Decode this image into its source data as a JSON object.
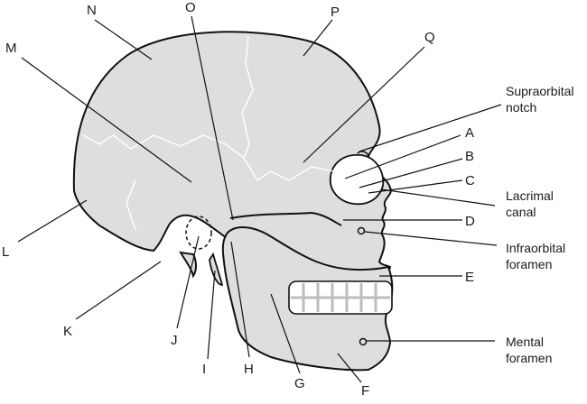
{
  "diagram": {
    "colors": {
      "bone": "#dedede",
      "outline": "#111111",
      "suture": "#ffffff",
      "leader": "#111111"
    },
    "letters": {
      "A": "A",
      "B": "B",
      "C": "C",
      "D": "D",
      "E": "E",
      "F": "F",
      "G": "G",
      "H": "H",
      "I": "I",
      "J": "J",
      "K": "K",
      "L": "L",
      "M": "M",
      "N": "N",
      "O": "O",
      "P": "P",
      "Q": "Q"
    },
    "notes": {
      "supraorbital": [
        "Supraorbital",
        "notch"
      ],
      "lacrimal": [
        "Lacrimal",
        "canal"
      ],
      "infraorbital": [
        "Infraorbital",
        "foramen"
      ],
      "mental": [
        "Mental",
        "foramen"
      ]
    }
  }
}
